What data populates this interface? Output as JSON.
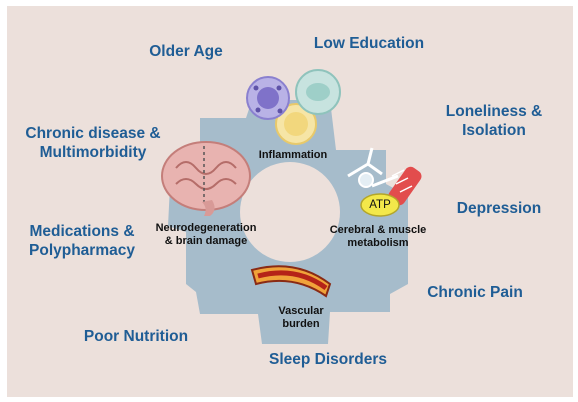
{
  "risk_factors": {
    "older_age": "Older Age",
    "low_education": "Low Education",
    "loneliness_line1": "Loneliness &",
    "loneliness_line2": "Isolation",
    "chronic_disease_line1": "Chronic disease &",
    "chronic_disease_line2": "Multimorbidity",
    "depression": "Depression",
    "medications_line1": "Medications &",
    "medications_line2": "Polypharmacy",
    "chronic_pain": "Chronic Pain",
    "poor_nutrition": "Poor Nutrition",
    "sleep_disorders": "Sleep Disorders"
  },
  "mechanisms": {
    "inflammation": "Inflammation",
    "neuro_line1": "Neurodegeneration",
    "neuro_line2": "& brain damage",
    "metabolism_line1": "Cerebral & muscle",
    "metabolism_line2": "metabolism",
    "atp": "ATP",
    "vascular_line1": "Vascular",
    "vascular_line2": "burden"
  },
  "colors": {
    "background": "#ece0db",
    "gear": "#a6bccb",
    "risk_text": "#1f5d95",
    "atp_fill": "#f3e84a"
  }
}
